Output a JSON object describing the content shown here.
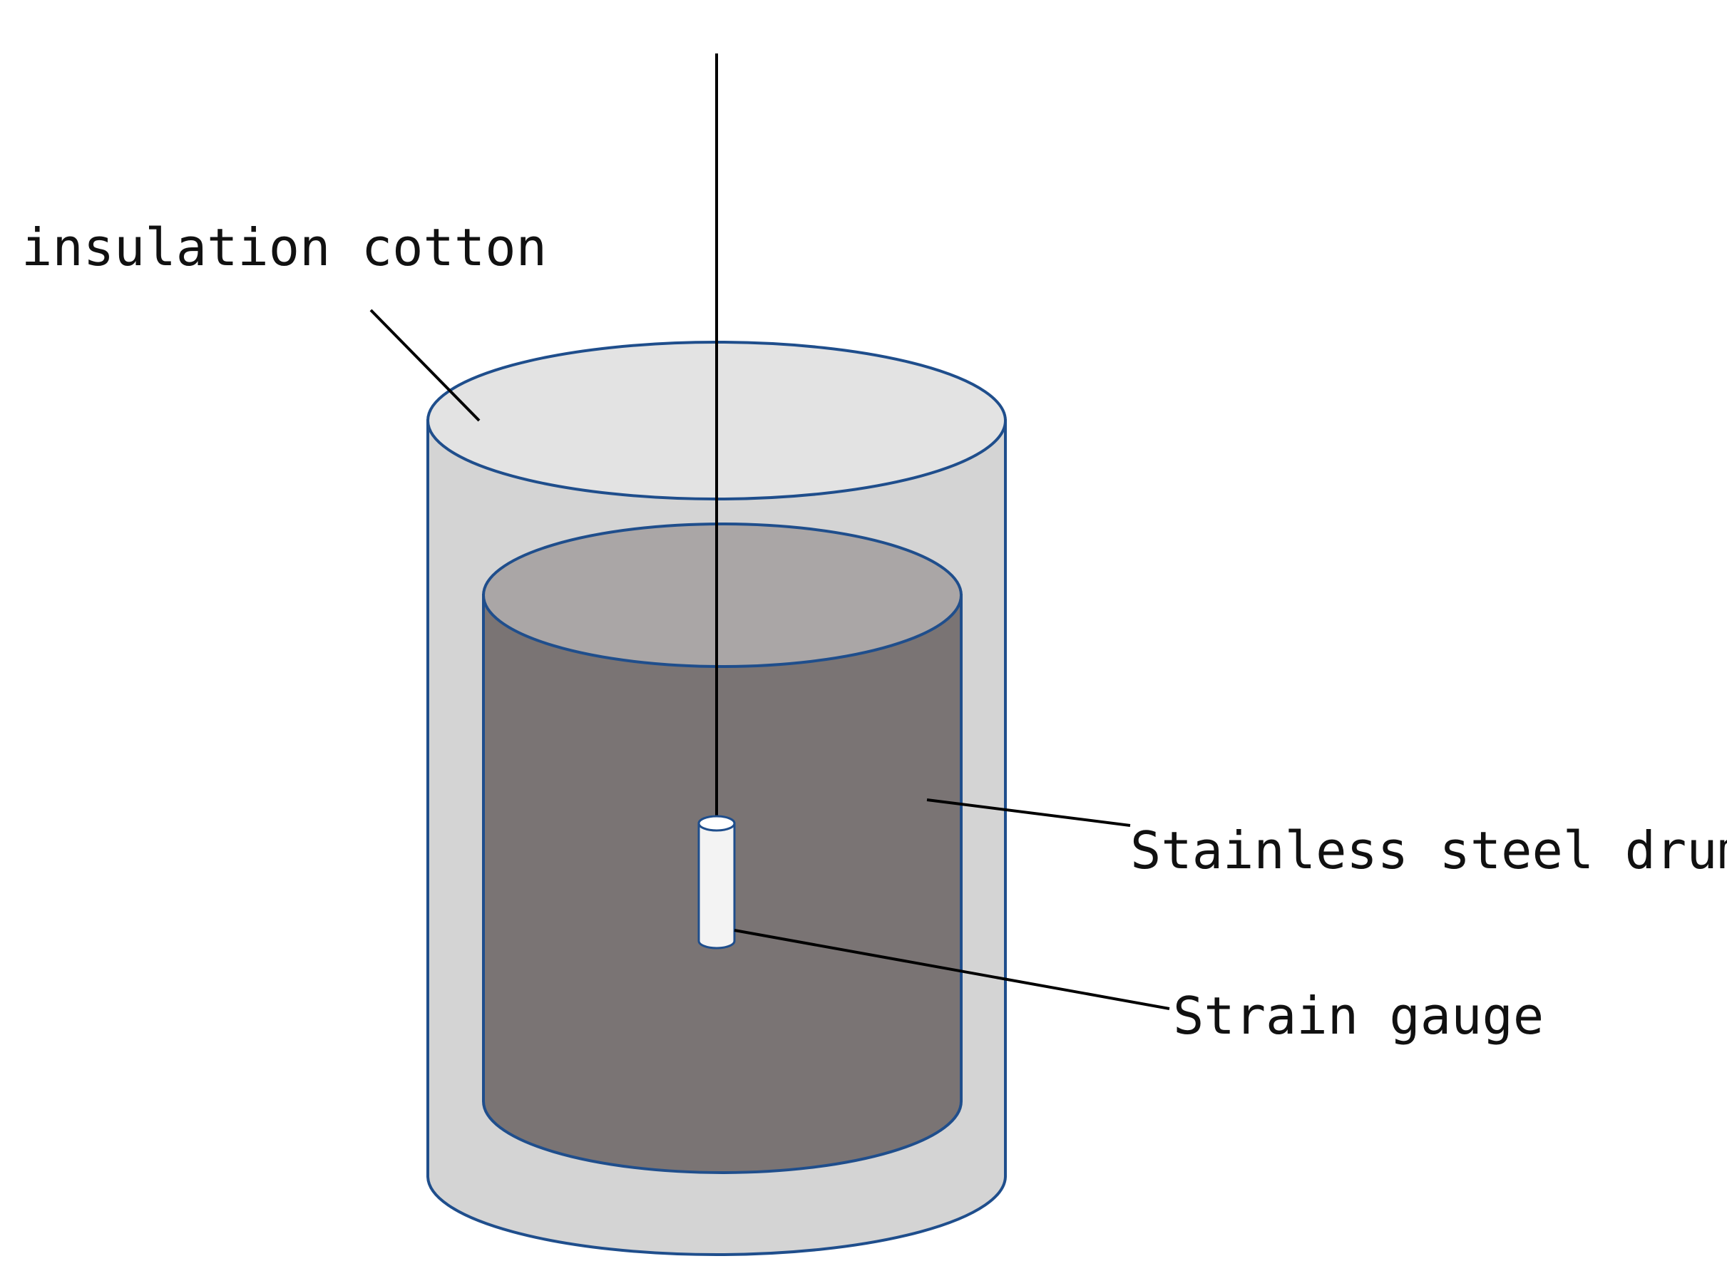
{
  "labels": {
    "insulation": "insulation cotton",
    "drum": "Stainless steel drum",
    "gauge": "Strain gauge"
  },
  "colors": {
    "outline": "#1f4e8c",
    "insulation_fill": "#d4d4d4",
    "insulation_top": "#e3e3e3",
    "drum_fill": "#7a7474",
    "drum_top": "#aaa6a6",
    "gauge_fill": "#f3f3f3",
    "line": "#000000"
  }
}
